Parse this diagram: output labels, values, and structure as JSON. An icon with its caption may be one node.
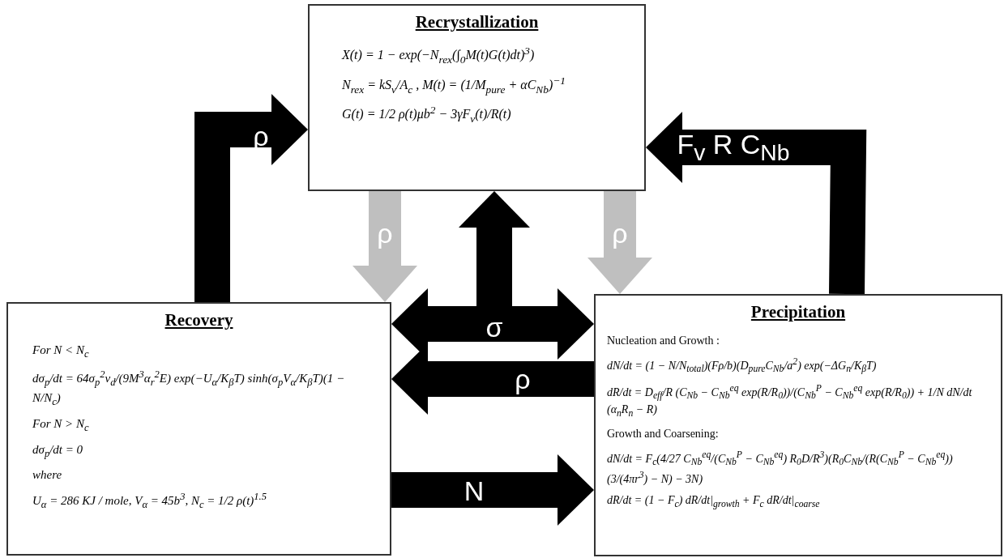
{
  "diagram": {
    "nodes": [
      {
        "text": [
          "Recrystallization",
          "X(t) = 1 − exp(−N$_{rex}$(∫$_{0}$M(t)G(t)dt)$^{3}$)",
          "N$_{rex}$ = kS$_{v}$/A$_{c}$ , M(t) = (1/M$_{pure}$ + αC$_{Nb}$)$^{−1}$",
          "G(t) = 1/2 ρ(t)μb$^{2}$ − 3γF$_{v}$(t)/R(t)"
        ]
      },
      {
        "text": [
          "Recovery",
          "For N < N$_{c}$",
          "dσ$_{p}$/dt = 64σ$_{p}$$^{2}$ν$_{d}$/(9M$^{3}$α$_{r}$$^{2}$E) exp(−U$_{α}$/K$_{β}$T) sinh(σ$_{p}$V$_{α}$/K$_{β}$T)(1 − N/N$_{c}$)",
          "For N > N$_{c}$",
          "dσ$_{p}$/dt = 0",
          "where",
          "U$_{α}$ = 286 KJ / mole, V$_{α}$ = 45b$^{3}$, N$_{c}$ = 1/2 ρ(t)$^{1.5}$"
        ]
      },
      {
        "text": [
          "Precipitation",
          "Nucleation and Growth :",
          "dN/dt = (1 − N/N$_{total}$)(Fρ/b)(D$_{pure}$C$_{Nb}$/a$^{2}$) exp(−ΔG$_{n}$/K$_{β}$T)",
          "dR/dt = D$_{eff}$/R (C$_{Nb}$ − C$_{Nb}$$^{eq}$ exp(R/R$_{0}$))/(C$_{Nb}$$^{P}$ − C$_{Nb}$$^{eq}$ exp(R/R$_{0}$)) + 1/N dN/dt (α$_{n}$R$_{n}$ − R)",
          "Growth and Coarsening:",
          "dN/dt = F$_{c}$(4/27 C$_{Nb}$$^{eq}$/(C$_{Nb}$$^{P}$ − C$_{Nb}$$^{eq}$) R$_{0}$D/R$^{3}$)(R$_{0}$C$_{Nb}$/(R(C$_{Nb}$$^{P}$ − C$_{Nb}$$^{eq}$))(3/(4πr$^{3}$) − N) − 3N)",
          "dR/dt = (1 − F$_{c}$) dR/dt|$_{growth}$ + F$_{c}$ dR/dt|$_{coarse}$"
        ]
      }
    ],
    "edges": [
      {
        "from": 1,
        "to": 0,
        "arrow": "to",
        "label": "ρ"
      },
      {
        "from": 2,
        "to": 0,
        "arrow": "to",
        "label": "F$_{v}$ R C$_{Nb}$"
      },
      {
        "from": 0,
        "to": 1,
        "arrow": "to",
        "label": "ρ",
        "color": "#bfbfbf"
      },
      {
        "from": 0,
        "to": 2,
        "arrow": "to",
        "label": "ρ",
        "color": "#bfbfbf"
      },
      {
        "from": 2,
        "to": 1,
        "arrow": "both",
        "label": "σ"
      },
      {
        "from": null,
        "to": 0,
        "arrow": "to"
      },
      {
        "from": 2,
        "to": 1,
        "arrow": "to",
        "label": "ρ"
      },
      {
        "from": 1,
        "to": 2,
        "arrow": "to",
        "label": "N"
      }
    ]
  }
}
